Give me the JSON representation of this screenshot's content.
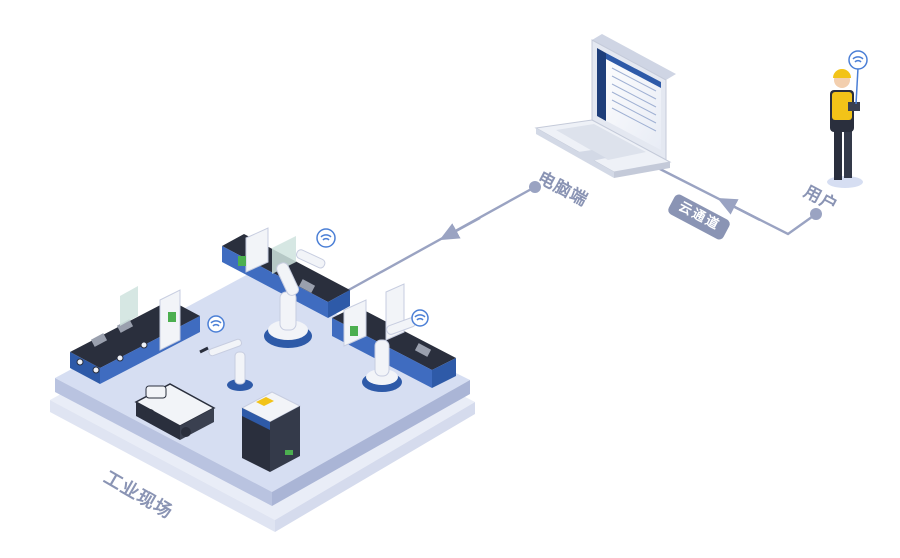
{
  "labels": {
    "pc": "电脑端",
    "user": "用户",
    "site": "工业现场",
    "channel": "云通道"
  },
  "colors": {
    "connector": "#9aa3c2",
    "platform_top": "#d6def2",
    "platform_side": "#b7c2e0",
    "platform_base": "#e9edf7",
    "machine_blue": "#2e5aa8",
    "conveyor_dark": "#2a2f3d",
    "robot_white": "#f2f4f8",
    "vest_yellow": "#f2c318",
    "wifi_blue": "#4b7fd6"
  },
  "icons": [
    "wifi-icon",
    "laptop-icon",
    "worker-icon",
    "robot-arm-icon",
    "agv-icon",
    "cabinet-icon"
  ]
}
